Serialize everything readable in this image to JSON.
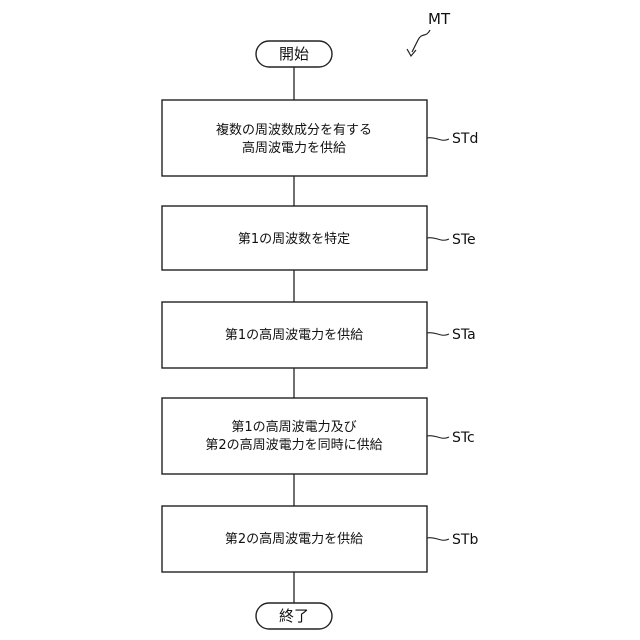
{
  "figure_label": "MT",
  "start": "開始",
  "end": "終了",
  "steps": [
    {
      "lines": [
        "複数の周波数成分を有する",
        "高周波電力を供給"
      ],
      "label": "STd"
    },
    {
      "lines": [
        "第1の周波数を特定"
      ],
      "label": "STe"
    },
    {
      "lines": [
        "第1の高周波電力を供給"
      ],
      "label": "STa"
    },
    {
      "lines": [
        "第1の高周波電力及び",
        "第2の高周波電力を同時に供給"
      ],
      "label": "STc"
    },
    {
      "lines": [
        "第2の高周波電力を供給"
      ],
      "label": "STb"
    }
  ]
}
